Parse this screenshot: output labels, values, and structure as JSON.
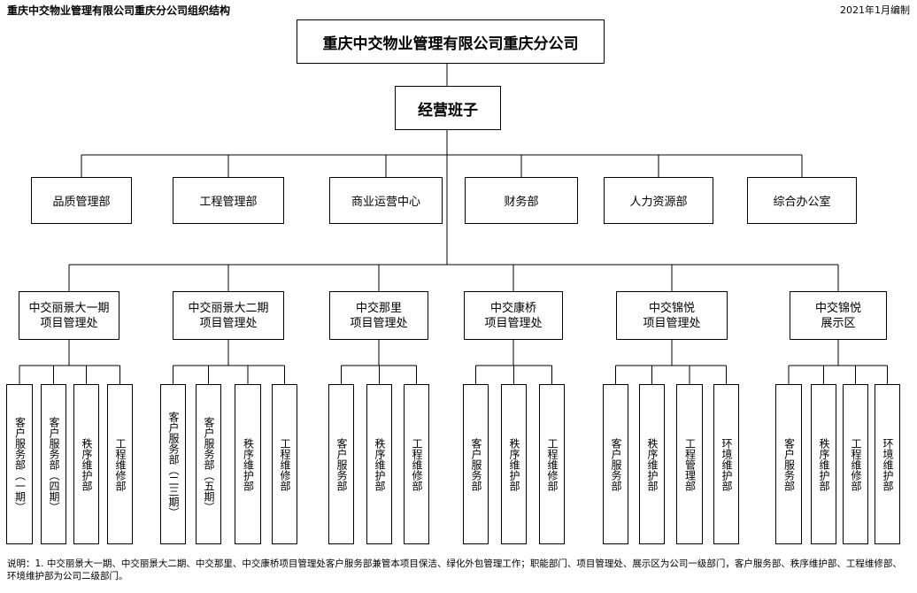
{
  "header": {
    "title": "重庆中交物业管理有限公司重庆分公司组织结构",
    "date": "2021年1月编制"
  },
  "root": {
    "label": "重庆中交物业管理有限公司重庆分公司"
  },
  "lead": {
    "label": "经营班子"
  },
  "functional_depts": [
    {
      "label": "品质管理部"
    },
    {
      "label": "工程管理部"
    },
    {
      "label": "商业运营中心"
    },
    {
      "label": "财务部"
    },
    {
      "label": "人力资源部"
    },
    {
      "label": "综合办公室"
    }
  ],
  "projects": [
    {
      "line1": "中交丽景大一期",
      "line2": "项目管理处",
      "subs": [
        "客户服务部（一期）",
        "客户服务部（四期）",
        "秩序维护部",
        "工程维修部"
      ]
    },
    {
      "line1": "中交丽景大二期",
      "line2": "项目管理处",
      "subs": [
        "客户服务部（二三期）",
        "客户服务部（五期）",
        "秩序维护部",
        "工程维修部"
      ]
    },
    {
      "line1": "中交那里",
      "line2": "项目管理处",
      "subs": [
        "客户服务部",
        "秩序维护部",
        "工程维修部"
      ]
    },
    {
      "line1": "中交康桥",
      "line2": "项目管理处",
      "subs": [
        "客户服务部",
        "秩序维护部",
        "工程维修部"
      ]
    },
    {
      "line1": "中交锦悦",
      "line2": "项目管理处",
      "subs": [
        "客户服务部",
        "秩序维护部",
        "工程管理部",
        "环境维护部"
      ]
    },
    {
      "line1": "中交锦悦",
      "line2": "展示区",
      "subs": [
        "客户服务部",
        "秩序维护部",
        "工程维修部",
        "环境维护部"
      ]
    }
  ],
  "note": "说明：1. 中交丽景大一期、中交丽景大二期、中交那里、中交康桥项目管理处客户服务部兼管本项目保洁、绿化外包管理工作；职能部门、项目管理处、展示区为公司一级部门，客户服务部、秩序维护部、工程维修部、环境维护部为公司二级部门。"
}
